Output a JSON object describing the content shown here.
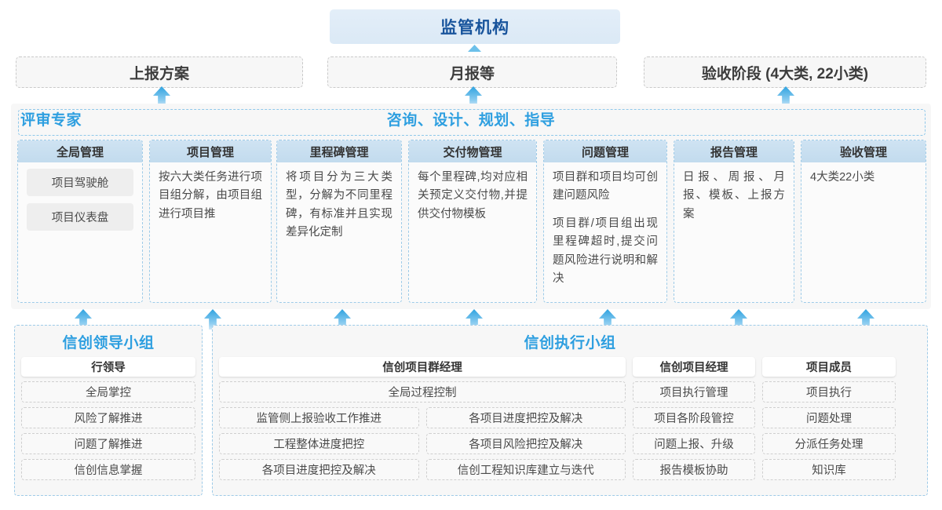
{
  "top": {
    "banner": "监管机构",
    "reports": [
      {
        "label": "上报方案"
      },
      {
        "label": "月报等"
      },
      {
        "label": "验收阶段 (4大类, 22小类)"
      }
    ]
  },
  "middle": {
    "role_left": "评审专家",
    "role_center": "咨询、设计、规划、指导",
    "columns": [
      {
        "header": "全局管理",
        "pills": [
          "项目驾驶舱",
          "项目仪表盘"
        ],
        "paragraphs": []
      },
      {
        "header": "项目管理",
        "pills": [],
        "paragraphs": [
          "按六大类任务进行项目组分解，由项目组进行项目推"
        ]
      },
      {
        "header": "里程碑管理",
        "pills": [],
        "paragraphs": [
          "将项目分为三大类型，分解为不同里程碑，有标准并且实现差异化定制"
        ]
      },
      {
        "header": "交付物管理",
        "pills": [],
        "paragraphs": [
          "每个里程碑,均对应相关预定义交付物,并提供交付物模板"
        ]
      },
      {
        "header": "问题管理",
        "pills": [],
        "paragraphs": [
          "项目群和项目均可创建问题风险",
          "项目群/项目组出现里程碑超时,提交问题风险进行说明和解决"
        ]
      },
      {
        "header": "报告管理",
        "pills": [],
        "paragraphs": [
          "日报、周报、月报、模板、上报方案"
        ]
      },
      {
        "header": "验收管理",
        "pills": [],
        "paragraphs": [
          "4大类22小类"
        ]
      }
    ]
  },
  "bottom": {
    "groups": [
      {
        "title": "信创领导小组",
        "roles": [
          {
            "name": "行领导",
            "full_items": [
              "全局掌控",
              "风险了解推进",
              "问题了解推进",
              "信创信息掌握"
            ],
            "col_left": [],
            "col_right": []
          }
        ]
      },
      {
        "title": "信创执行小组",
        "roles": [
          {
            "name": "信创项目群经理",
            "full_items": [
              "全局过程控制"
            ],
            "col_left": [
              "监管侧上报验收工作推进",
              "工程整体进度把控",
              "各项目进度把控及解决"
            ],
            "col_right": [
              "各项目进度把控及解决",
              "各项目风险把控及解决",
              "信创工程知识库建立与迭代"
            ]
          },
          {
            "name": "信创项目经理",
            "full_items": [
              "项目执行管理",
              "项目各阶段管控",
              "问题上报、升级",
              "报告模板协助"
            ],
            "col_left": [],
            "col_right": []
          },
          {
            "name": "项目成员",
            "full_items": [
              "项目执行",
              "问题处理",
              "分派任务处理",
              "知识库"
            ],
            "col_left": [],
            "col_right": []
          }
        ]
      }
    ]
  },
  "colors": {
    "accent_blue": "#2e9fe0",
    "banner_text": "#18549c",
    "header_fill": "#c5dcee",
    "arrow": "#6cc0ea"
  }
}
